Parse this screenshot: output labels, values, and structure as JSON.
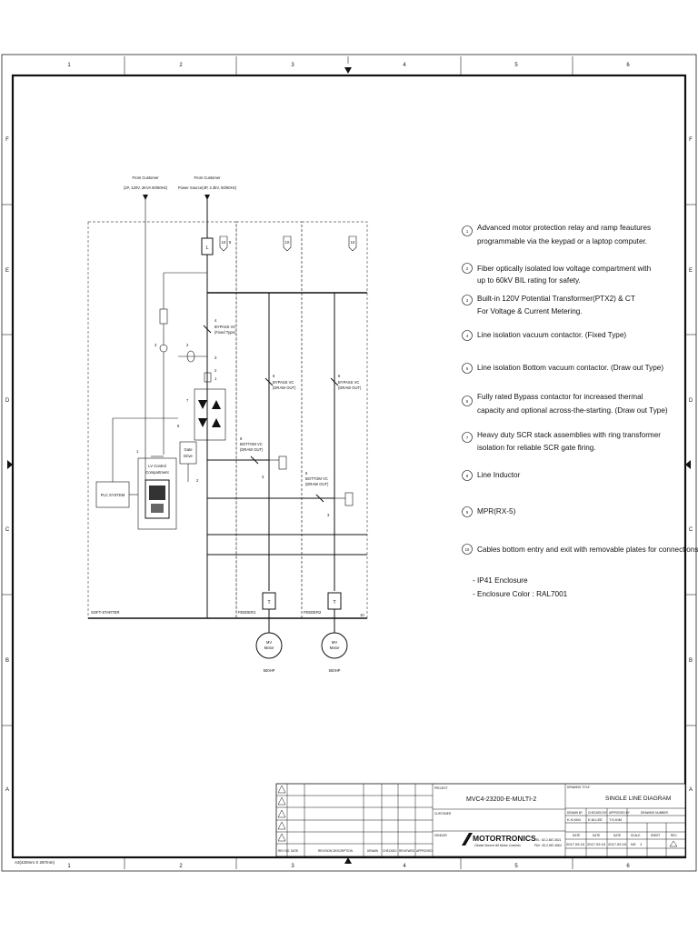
{
  "grid": {
    "columns": [
      "1",
      "2",
      "3",
      "4",
      "5",
      "6"
    ],
    "rows": [
      "F",
      "E",
      "D",
      "C",
      "B",
      "A"
    ]
  },
  "sources": {
    "control": [
      "From Customer",
      "(1P, 120V, 2KVA 50/60Hz)"
    ],
    "power": [
      "From Customer",
      "Power Source(3P, 2.3kV, 50/60Hz)"
    ]
  },
  "diagram": {
    "plc_label": "PLC SYSTEM",
    "lv_label": [
      "LV Control",
      "Compartment"
    ],
    "gate_label": [
      "Gate",
      "Drive"
    ],
    "line_inductor": "L",
    "transformer_label": "T",
    "bypass_vc": [
      "BYPASS VC",
      "(Fixed Type)"
    ],
    "bypass_vc_draw": [
      "BYPASS VC",
      "(DRAW OUT)"
    ],
    "bottom_vc": [
      "BOTTOM VC",
      "(DRAW OUT)"
    ],
    "motor_label": [
      "MV",
      "Motor"
    ],
    "motor_hp": "500HP",
    "section_soft": "SOFT-STARTER",
    "section_f1": "FEEDER1",
    "section_f2": "FEEDER2",
    "ref_1": "1",
    "ref_2": "2",
    "ref_3": "3",
    "ref_4": "4",
    "ref_5": "5",
    "ref_6": "6",
    "ref_7": "7",
    "ref_8": "8",
    "ref_9": "9",
    "ref_10": "10"
  },
  "notes": [
    {
      "num": "1",
      "lines": [
        "Advanced motor protection relay and ramp feautures",
        "programmable via the keypad or a laptop computer."
      ]
    },
    {
      "num": "2",
      "lines": [
        "Fiber optically isolated low voltage compartment with",
        "up to 60kV BIL rating for safety."
      ]
    },
    {
      "num": "3",
      "lines": [
        "Built-in 120V Potential Transformer(PTX2) & CT",
        "For Voltage & Current Metering."
      ]
    },
    {
      "num": "4",
      "lines": [
        "Line isolation vacuum contactor. (Fixed Type)"
      ]
    },
    {
      "num": "5",
      "lines": [
        "Line isolation Bottom vacuum contactor. (Draw out Type)"
      ]
    },
    {
      "num": "6",
      "lines": [
        "Fully rated Bypass contactor for increased thermal",
        "capacity and optional across-the-starting. (Draw out Type)"
      ]
    },
    {
      "num": "7",
      "lines": [
        "Heavy duty SCR stack assemblies with ring transformer",
        "isolation for reliable SCR gate firing."
      ]
    },
    {
      "num": "8",
      "lines": [
        "Line Inductor"
      ]
    },
    {
      "num": "9",
      "lines": [
        "MPR(RX-5)"
      ]
    },
    {
      "num": "10",
      "lines": [
        "Cables bottom entry and exit with removable plates for connections."
      ]
    }
  ],
  "extras": [
    "- IP41 Enclosure",
    "- Enclosure Color : RAL7001"
  ],
  "title_block": {
    "project_label": "PROJECT",
    "project": "MVC4-23200-E-MULTI-2",
    "drawing_title_label": "DRAWING TITLE",
    "drawing_title": "SINGLE LINE DIAGRAM",
    "customer_label": "CUSTOMER",
    "vendor_label": "VENDOR",
    "drawn_by_label": "DRAWN BY",
    "checked_by_label": "CHECKED BY",
    "approved_by_label": "APPROVED BY",
    "drawing_number_label": "DRAWING NUMBER",
    "drawn_by": "K.S.KIM",
    "checked_by": "K.M.LEE",
    "approved_by": "T.S.KIM",
    "date_label": "DATE",
    "scale_label": "SCALE",
    "sheet_label": "SHEET",
    "rev_label": "REV.",
    "date1": "2017.09.15",
    "date2": "2017.09.15",
    "date3": "2017.09.15",
    "scale": "NS",
    "sheet": "1",
    "logo": "MOTORTRONICS",
    "logo_tagline": "Global Source All Motor Controls",
    "tel": "TEL : 82-2-867-3621",
    "fax": "FAX : 82-2-867-4564",
    "rev_table_headers": [
      "REV NO.",
      "DATE",
      "REVISION DESCRIPTION",
      "DRAWN",
      "CHECKED",
      "REVIEWED",
      "APPROVED"
    ]
  },
  "paper_size": "A3(420mm X 297mm)"
}
